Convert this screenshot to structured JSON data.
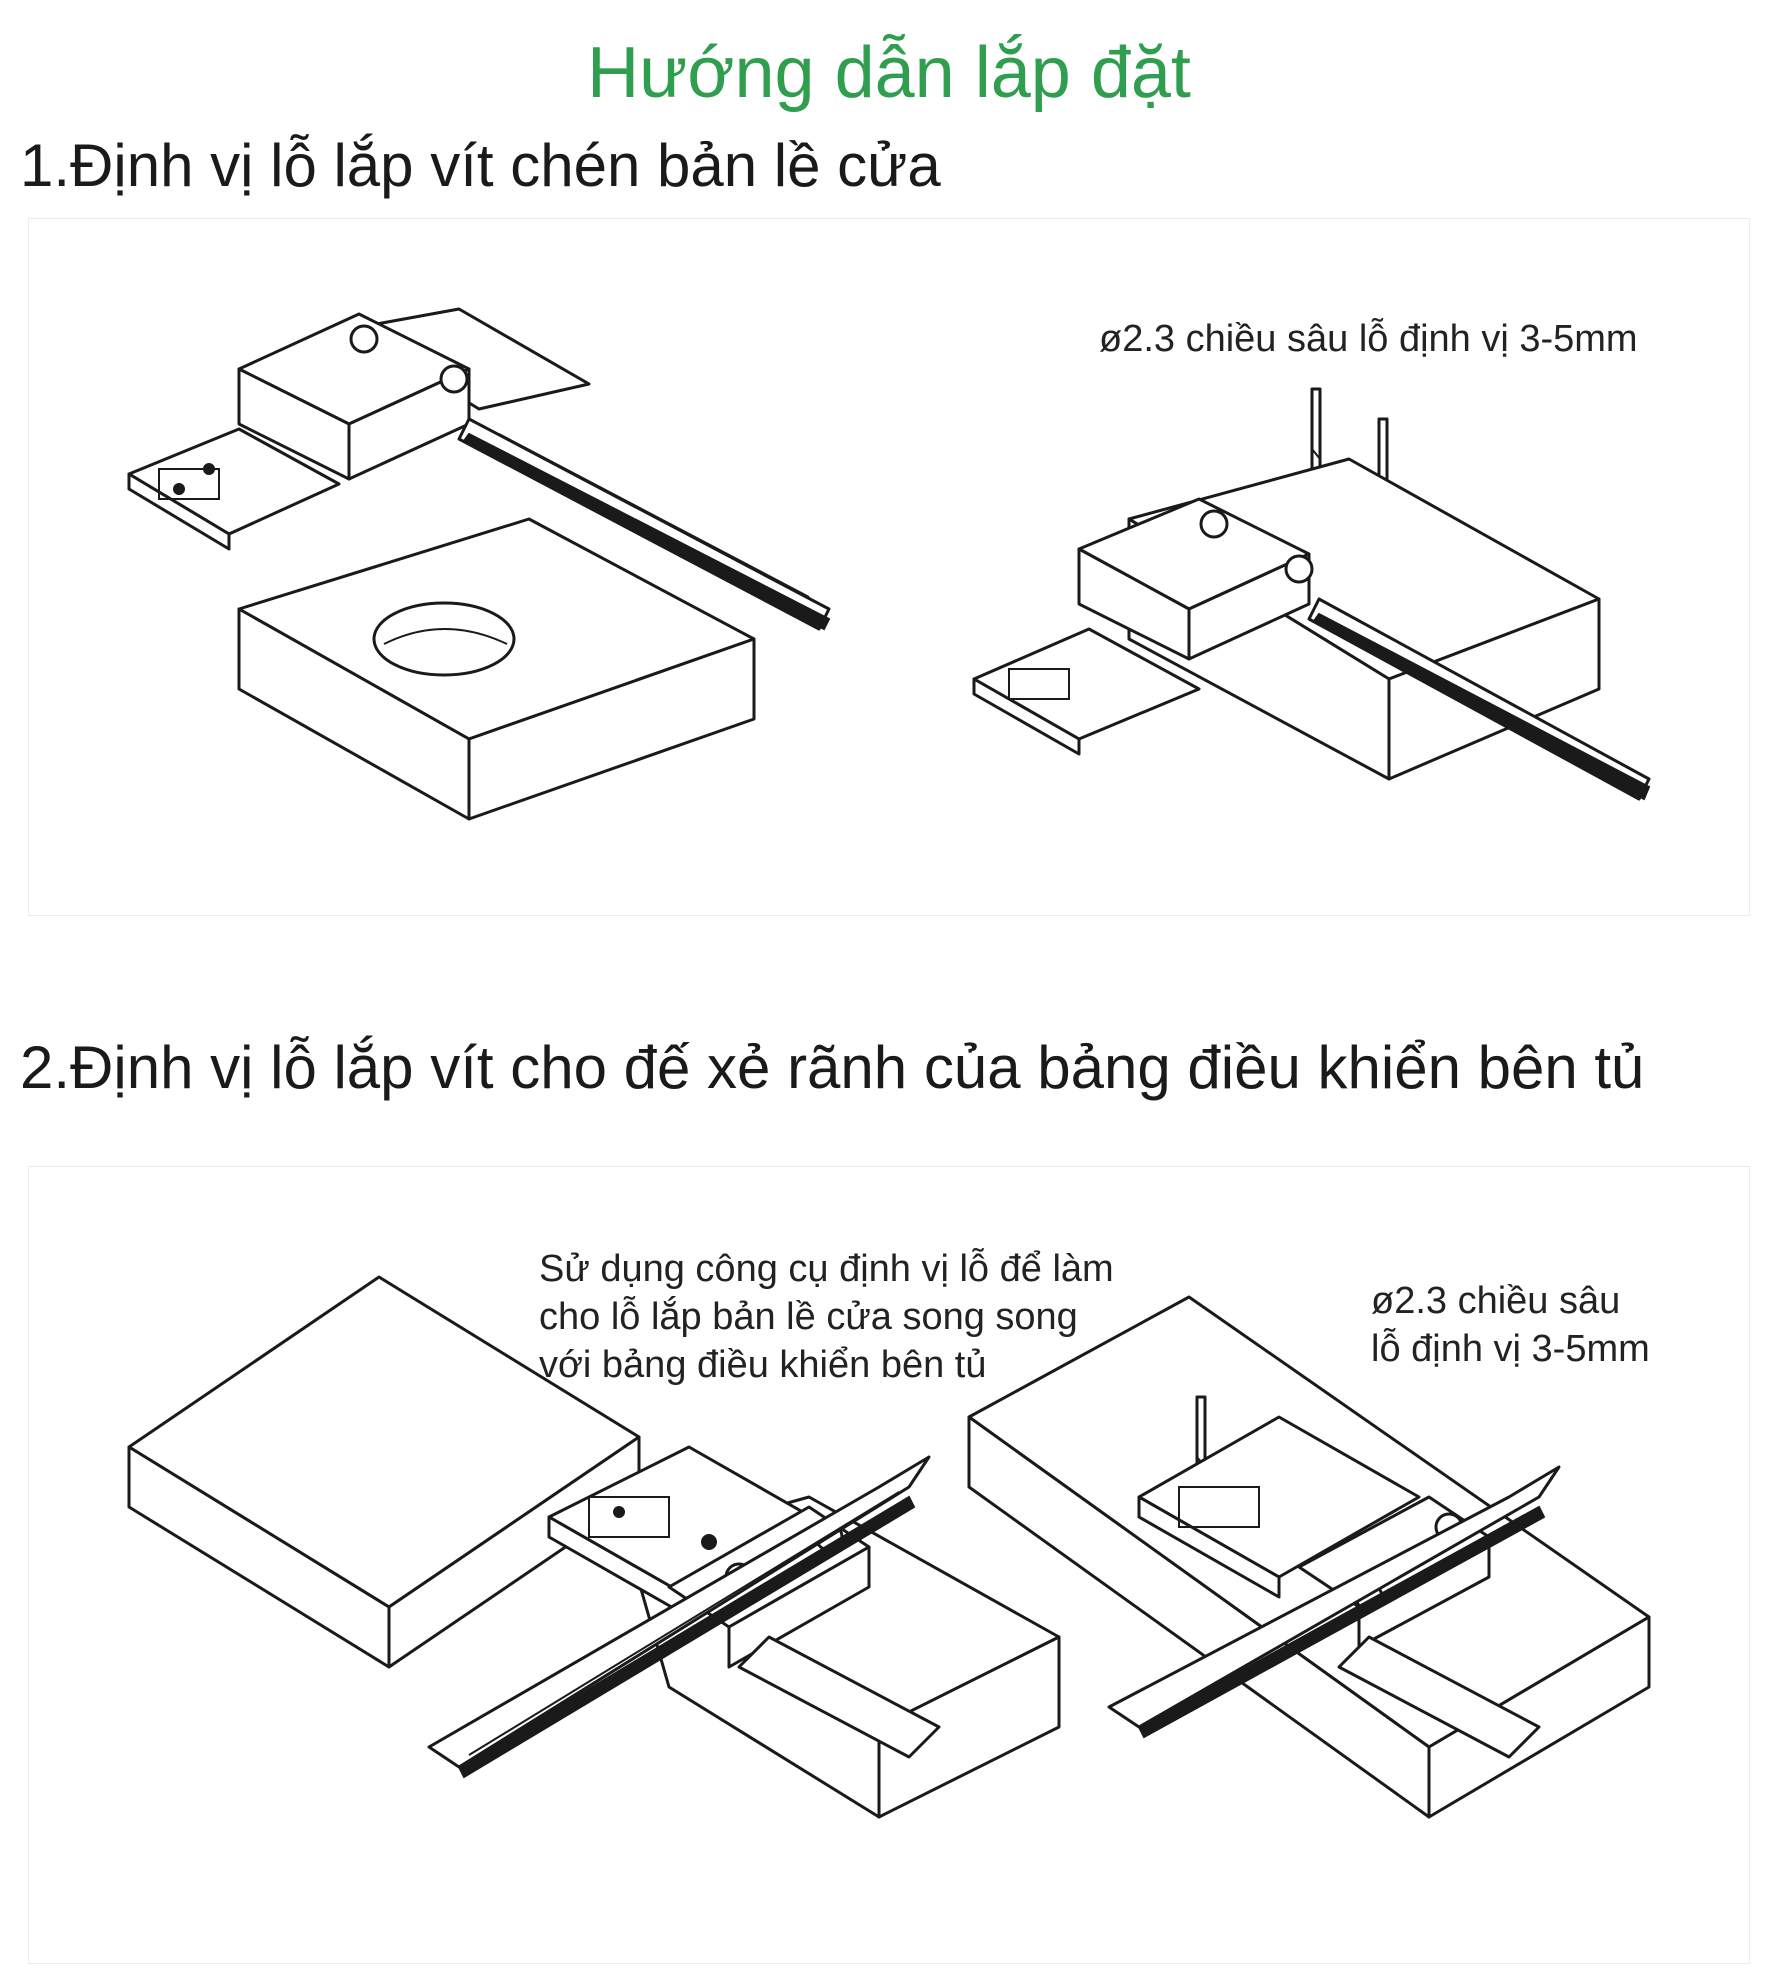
{
  "page": {
    "title": "Hướng dẫn lắp đặt"
  },
  "section1": {
    "heading": "1.Định vị lỗ lắp vít chén bản lề cửa",
    "note_lines": [
      "ø2.3 chiều sâu lỗ định vị 3-5mm"
    ]
  },
  "section2": {
    "heading": "2.Định vị lỗ lắp vít cho đế xẻ rãnh của bảng điều khiển bên tủ",
    "note_left_lines": [
      "Sử dụng công cụ định vị lỗ để làm",
      "cho lỗ lắp bản lề cửa song song",
      "với bảng điều khiển bên tủ"
    ],
    "note_right_lines": [
      "ø2.3 chiều sâu",
      "lỗ định vị 3-5mm"
    ]
  },
  "colors": {
    "title": "#2f9e4f",
    "text": "#1a1a1a",
    "panel_border": "#ececec"
  },
  "icons": [
    "hinge-jig-illustration",
    "drill-bit-illustration",
    "wood-board-illustration",
    "ruler-illustration"
  ]
}
